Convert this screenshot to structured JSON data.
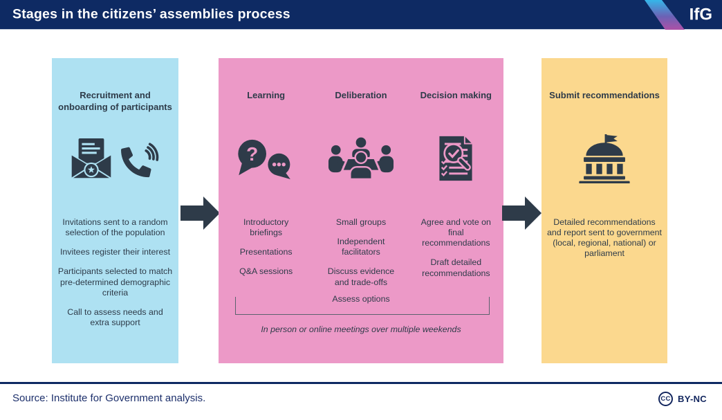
{
  "header": {
    "title": "Stages in the citizens’ assemblies process",
    "logo_text": "IfG"
  },
  "panels": {
    "recruitment": {
      "title": "Recruitment and onboarding of participants",
      "icons": [
        "envelope-letter-icon",
        "phone-call-icon"
      ],
      "items": [
        "Invitations sent to a random selection of the population",
        "Invitees register their interest",
        "Participants selected to match pre-determined demographic criteria",
        "Call to assess needs and extra support"
      ]
    },
    "assembly": {
      "columns": [
        {
          "title": "Learning",
          "icon": "speech-bubbles-icon",
          "items": [
            "Introductory briefings",
            "Presentations",
            "Q&A sessions"
          ]
        },
        {
          "title": "Deliberation",
          "icon": "meeting-table-icon",
          "items": [
            "Small groups",
            "Independent facilitators",
            "Discuss evidence and trade-offs"
          ]
        },
        {
          "title": "Decision making",
          "icon": "checklist-magnifier-icon",
          "items": [
            "Agree and vote on final recommendations",
            "Draft detailed recommendations"
          ]
        }
      ],
      "bracket_label": "Assess options",
      "footnote": "In person or online meetings over multiple weekends"
    },
    "submit": {
      "title": "Submit recommendations",
      "icon": "government-building-icon",
      "items": [
        "Detailed recommendations and report sent to government (local, regional, national) or parliament"
      ]
    }
  },
  "footer": {
    "source": "Source: Institute for Government analysis.",
    "license_icon_label": "CC",
    "license": "BY-NC"
  },
  "colors": {
    "header_navy": "#0e2a63",
    "panel_blue": "#aee1f2",
    "panel_pink": "#ec99c7",
    "panel_yellow": "#fbd88e",
    "dark_slate": "#2e3b49",
    "footer_navy": "#1c2f6b",
    "stripe_gradient_top": "#35b6e9",
    "stripe_gradient_bottom": "#ad51a7"
  }
}
